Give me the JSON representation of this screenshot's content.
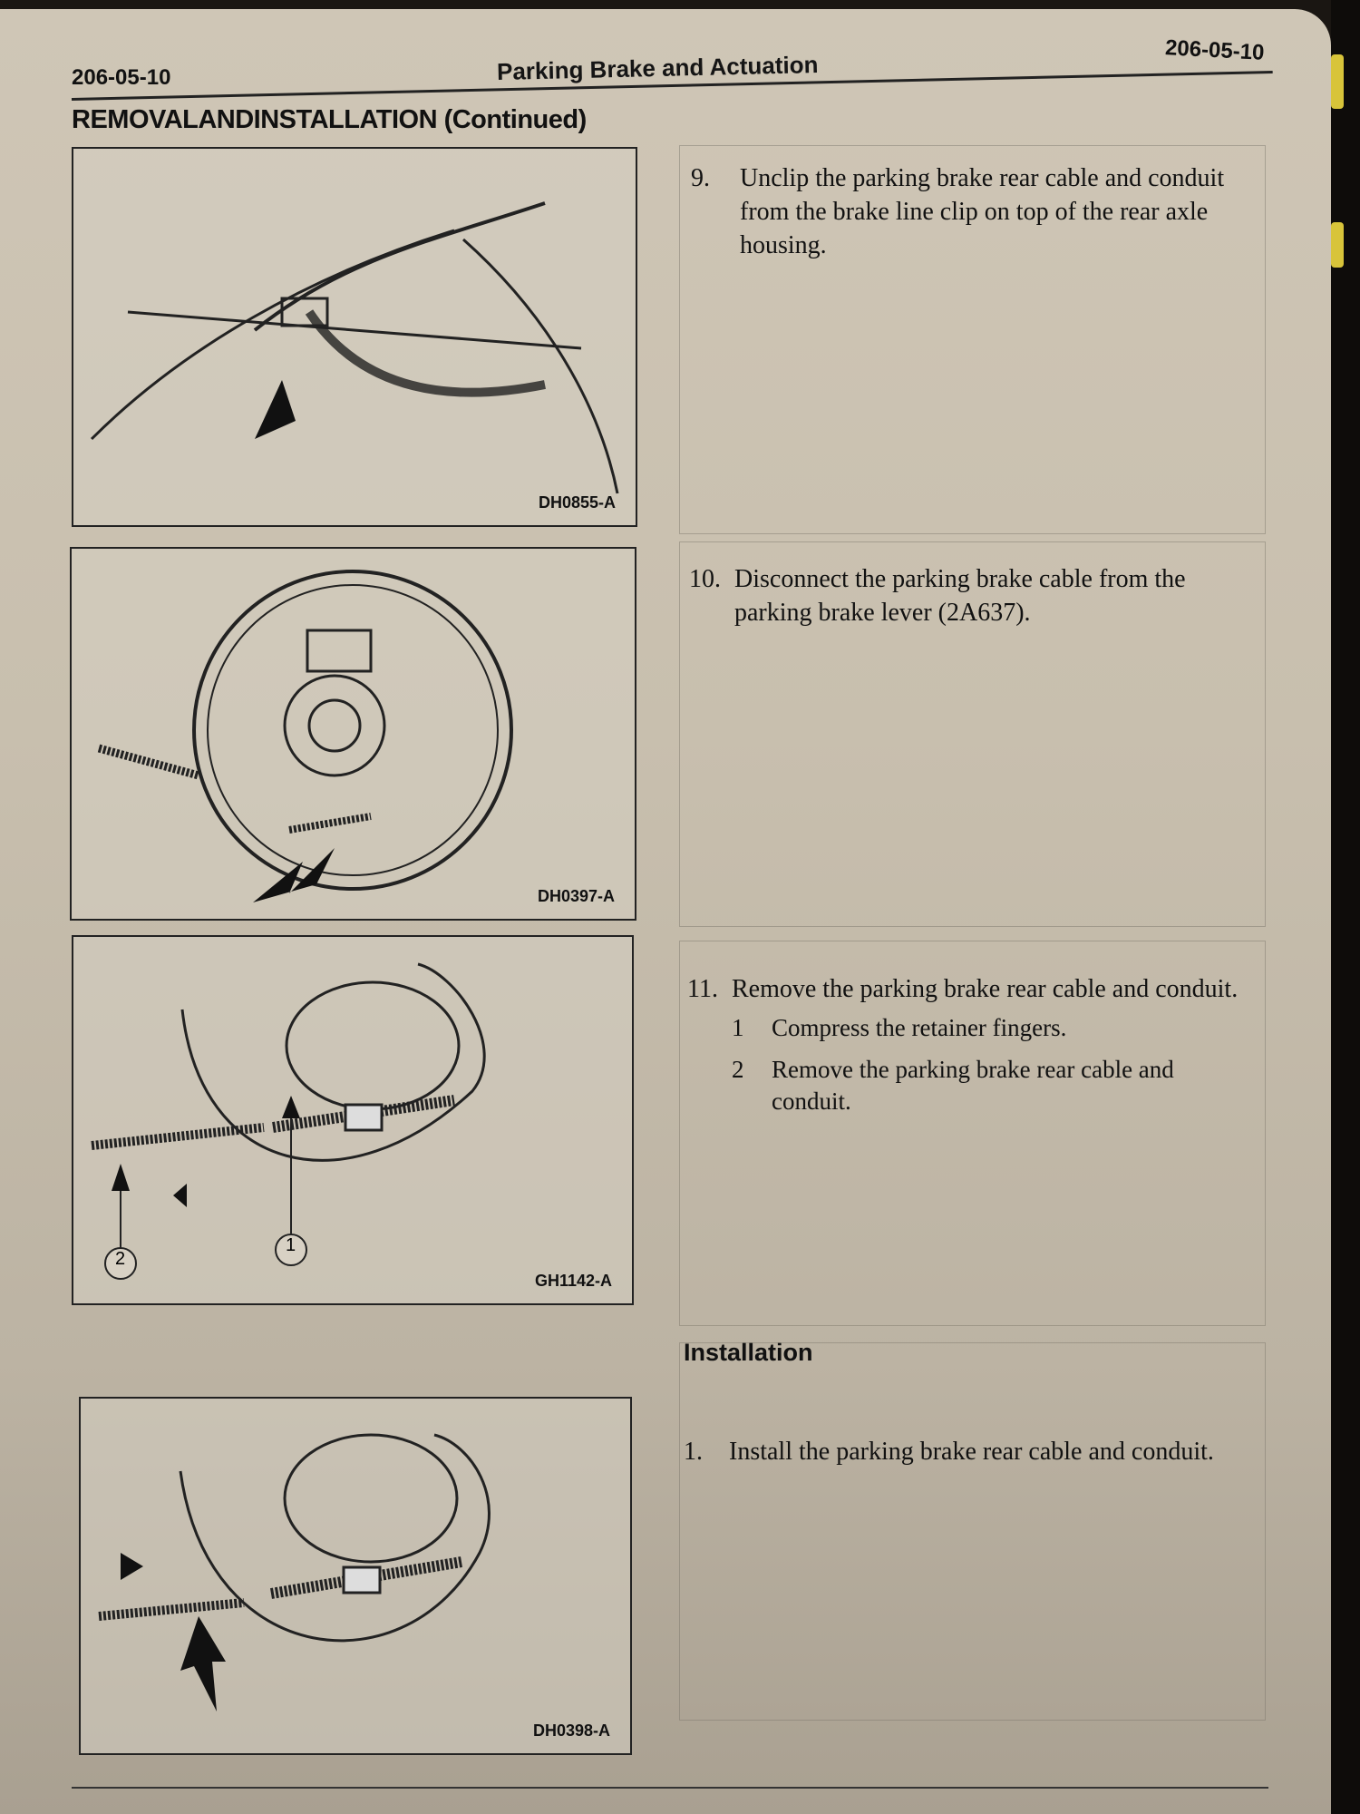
{
  "header": {
    "page_number_left": "206-05-10",
    "title": "Parking Brake and Actuation",
    "page_number_right": "206-05-10"
  },
  "section_heading": "REMOVALANDINSTALLATION (Continued)",
  "figures": [
    {
      "id": "DH0855-A"
    },
    {
      "id": "DH0397-A"
    },
    {
      "id": "GH1142-A",
      "callouts": [
        "1",
        "2"
      ]
    },
    {
      "id": "DH0398-A"
    }
  ],
  "steps": [
    {
      "number": "9.",
      "text": "Unclip the parking brake rear cable and conduit from the brake line clip on top of the rear axle housing."
    },
    {
      "number": "10.",
      "text": "Disconnect the parking brake cable from the parking brake lever (2A637)."
    },
    {
      "number": "11.",
      "text": "Remove the parking brake rear cable and conduit.",
      "substeps": [
        {
          "number": "1",
          "text": "Compress the retainer fingers."
        },
        {
          "number": "2",
          "text": "Remove the parking brake rear cable and conduit."
        }
      ]
    }
  ],
  "installation": {
    "heading": "Installation",
    "steps": [
      {
        "number": "1.",
        "text": "Install the parking brake rear cable and conduit."
      }
    ]
  }
}
